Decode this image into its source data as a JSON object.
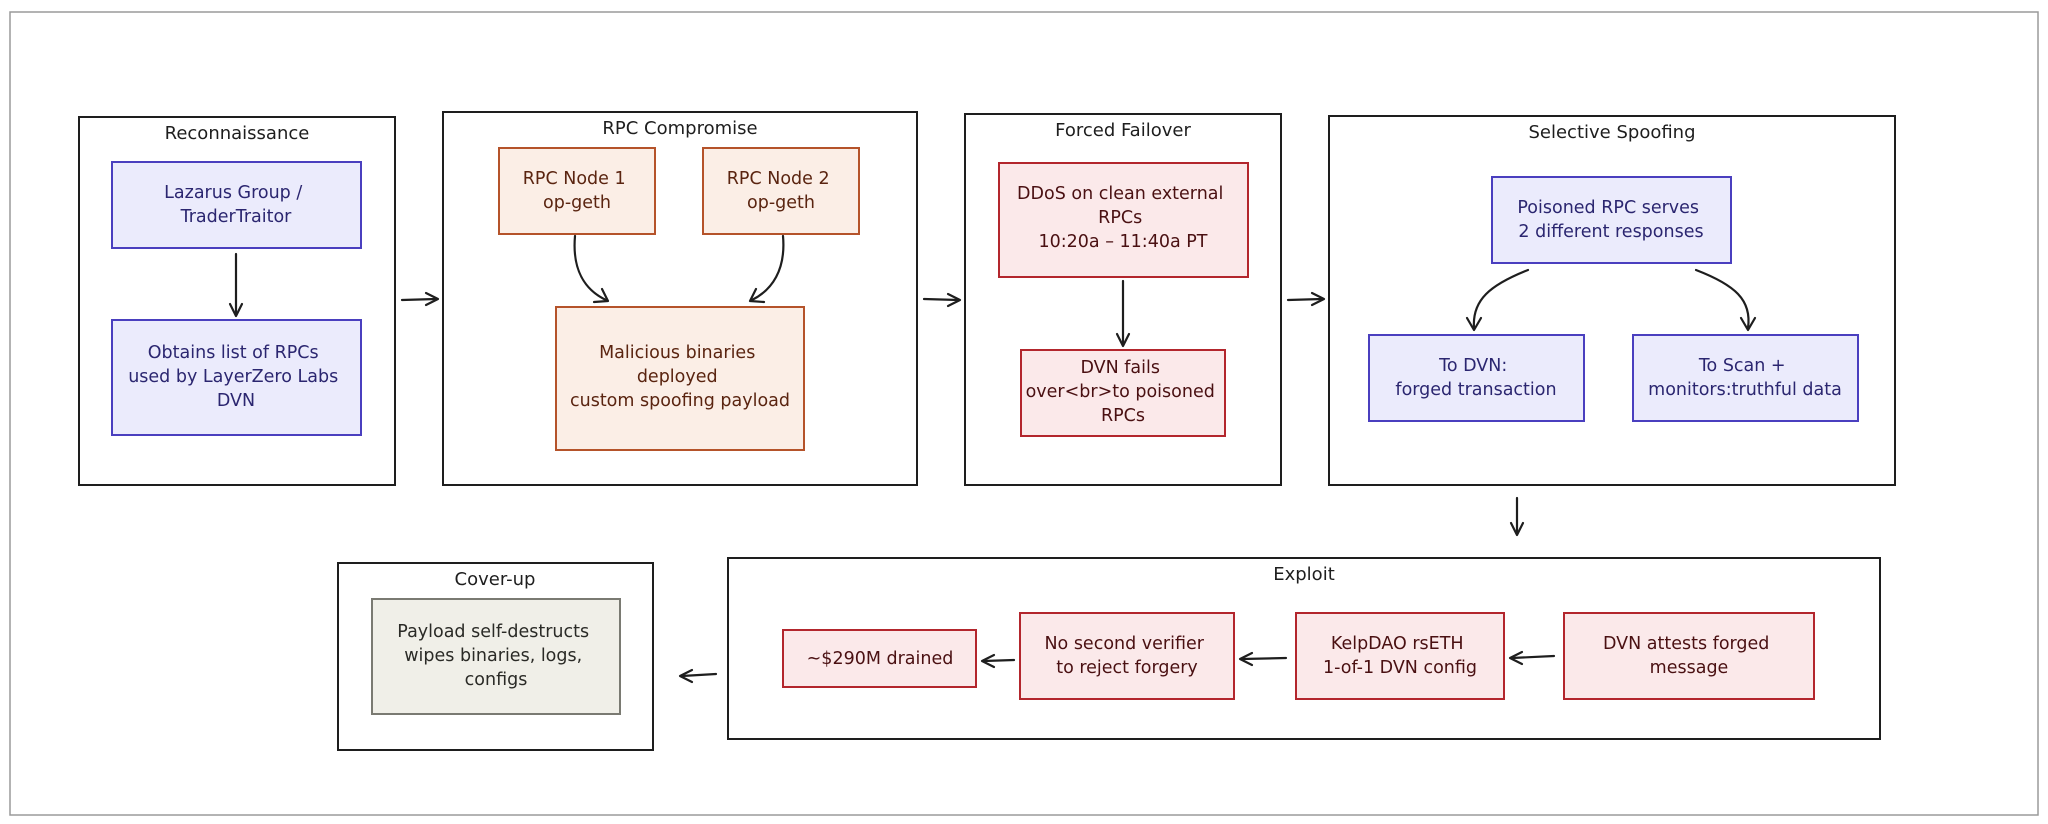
{
  "colors": {
    "blue_fill": "#ebebfc",
    "blue_stroke": "#4a3fbf",
    "blue_text": "#2b2670",
    "orange_fill": "#fbeee6",
    "orange_stroke": "#b5532a",
    "orange_text": "#5a2410",
    "red_fill": "#fbe9ea",
    "red_stroke": "#b3262d",
    "red_text": "#4a1012",
    "gray_fill": "#f0efe8",
    "gray_stroke": "#7a7a72",
    "gray_text": "#2a2a26"
  },
  "groups": {
    "recon": {
      "title": "Reconnaissance"
    },
    "rpc": {
      "title": "RPC Compromise"
    },
    "failover": {
      "title": "Forced Failover"
    },
    "spoof": {
      "title": "Selective Spoofing"
    },
    "exploit": {
      "title": "Exploit"
    },
    "cover": {
      "title": "Cover-up"
    }
  },
  "nodes": {
    "lazarus": [
      "Lazarus Group /",
      "TraderTraitor"
    ],
    "obtains": [
      "Obtains list of RPCs",
      "used by LayerZero Labs",
      "DVN"
    ],
    "rpc1": [
      "RPC Node 1",
      "op-geth"
    ],
    "rpc2": [
      "RPC Node 2",
      "op-geth"
    ],
    "malicious": [
      "Malicious binaries",
      "deployed",
      "custom spoofing payload"
    ],
    "ddos": [
      "DDoS on clean external",
      "RPCs",
      "10:20a – 11:40a PT"
    ],
    "dvnfails": [
      "DVN fails",
      "over<br>to poisoned",
      "RPCs"
    ],
    "poisoned": [
      "Poisoned RPC serves",
      "2 different responses"
    ],
    "todvn": [
      "To DVN:",
      "forged transaction"
    ],
    "toscan": [
      "To Scan +",
      "monitors:truthful data"
    ],
    "attests": [
      "DVN attests forged",
      "message"
    ],
    "kelp": [
      "KelpDAO rsETH",
      "1-of-1 DVN config"
    ],
    "noverifier": [
      "No second verifier",
      "to reject forgery"
    ],
    "drained": [
      "~$290M drained"
    ],
    "payload": [
      "Payload self-destructs",
      "wipes binaries, logs,",
      "configs"
    ]
  }
}
